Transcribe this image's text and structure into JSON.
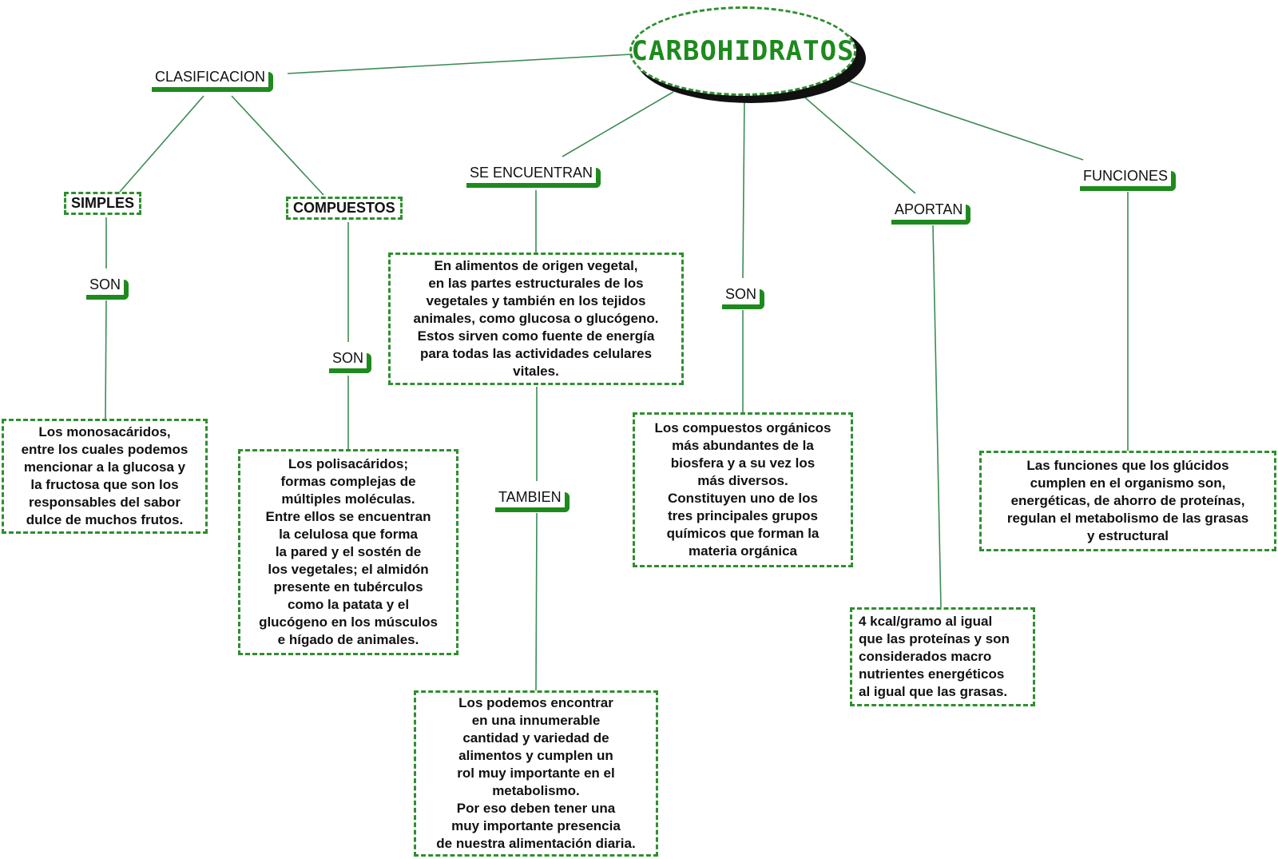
{
  "title": "CARBOHIDRATOS",
  "colors": {
    "accent": "#1e8a1e",
    "line": "#3c8c55"
  },
  "nodes": {
    "clasificacion": "CLASIFICACION",
    "simples": "SIMPLES",
    "compuestos": "COMPUESTOS",
    "son_simples": "SON",
    "son_compuestos": "SON",
    "se_encuentran": "SE ENCUENTRAN",
    "tambien": "TAMBIEN",
    "son_central": "SON",
    "aportan": "APORTAN",
    "funciones": "FUNCIONES"
  },
  "boxes": {
    "monosacaridos": "Los monosacáridos,\nentre los cuales podemos\nmencionar a la glucosa y\nla fructosa que son los\nresponsables del sabor\ndulce de muchos frutos.",
    "polisacaridos": "Los polisacáridos;\nformas complejas de\nmúltiples moléculas.\nEntre ellos se encuentran\nla celulosa que forma\nla pared y el sostén de\nlos vegetales; el almidón\npresente en tubérculos\ncomo la patata y el\nglucógeno en los músculos\ne hígado de animales.",
    "alimentos": "En alimentos de origen vegetal,\nen las partes estructurales de los\nvegetales y también en los tejidos\nanimales, como glucosa o glucógeno.\nEstos sirven como fuente de energía\npara todas las actividades celulares\nvitales.",
    "encontrar": "Los podemos encontrar\nen una innumerable\ncantidad y variedad de\nalimentos y cumplen un\nrol muy importante en el\nmetabolismo.\nPor eso deben tener una\nmuy importante presencia\nde nuestra alimentación diaria.",
    "compuestos_organicos": "Los compuestos orgánicos\nmás abundantes de la\nbiosfera y a su vez los\nmás diversos.\nConstituyen uno de los\ntres principales grupos\nquímicos que  forman la\nmateria orgánica",
    "kcal": "4 kcal/gramo al igual\nque las proteínas y son\nconsiderados macro\nnutrientes energéticos\nal igual que las grasas.",
    "funciones_desc": "Las funciones que los glúcidos\ncumplen en el organismo son,\nenergéticas, de ahorro de proteínas,\nregulan el metabolismo de las grasas\ny estructural"
  }
}
